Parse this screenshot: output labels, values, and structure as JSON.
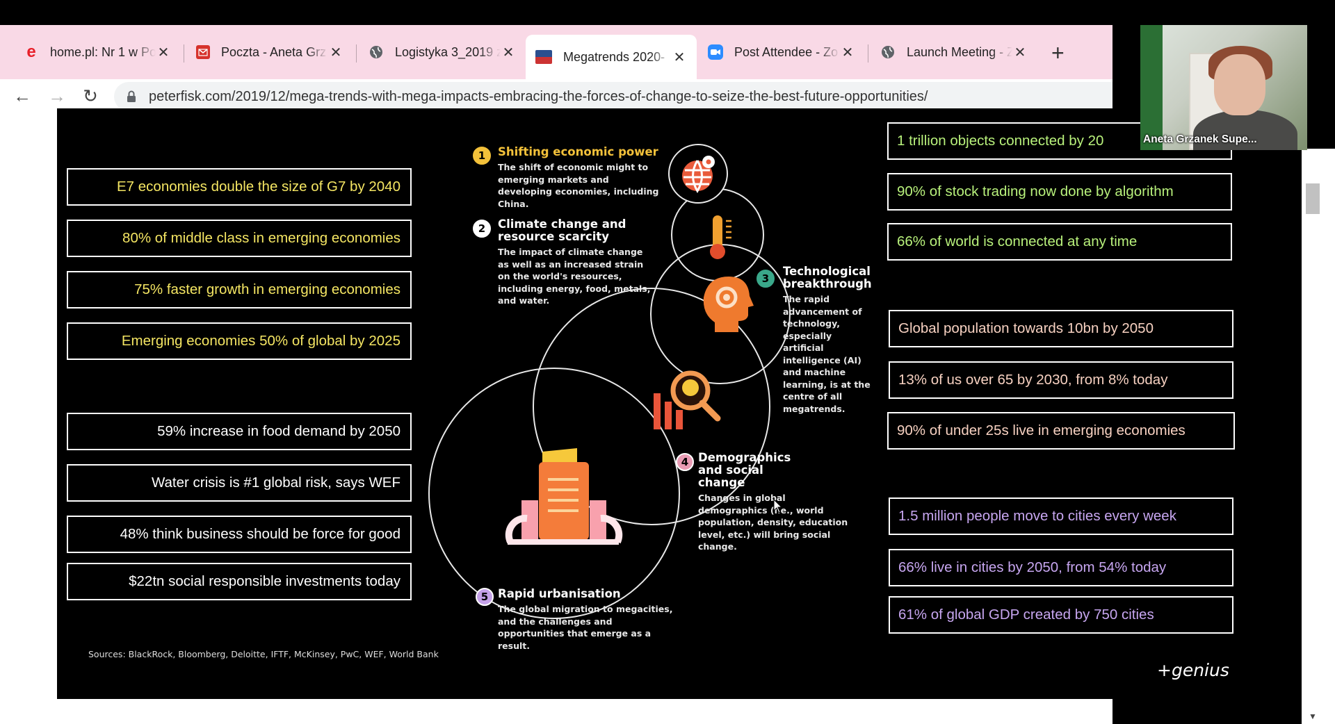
{
  "browser": {
    "tabs": [
      {
        "title": "home.pl: Nr 1 w Po",
        "icon": "home-pl-e-icon",
        "color": "#e8202a"
      },
      {
        "title": "Poczta - Aneta Grz",
        "icon": "poczta-mail-icon",
        "color": "#d6322c"
      },
      {
        "title": "Logistyka 3_2019 z",
        "icon": "globe-icon",
        "color": "#555555"
      },
      {
        "title": "Megatrends 2020-",
        "icon": "site-thumbnail-icon",
        "color": "#2b4f8f",
        "active": true
      },
      {
        "title": "Post Attendee - Zo",
        "icon": "zoom-video-icon",
        "color": "#2d8cff"
      },
      {
        "title": "Launch Meeting - Z",
        "icon": "globe-icon",
        "color": "#555555"
      }
    ],
    "new_tab": "+",
    "url": "peterfisk.com/2019/12/mega-trends-with-mega-impacts-embracing-the-forces-of-change-to-seize-the-best-future-opportunities/"
  },
  "slide": {
    "left_stats": [
      {
        "text": "E7 economies double the size of G7 by 2040",
        "color": "#f5e663"
      },
      {
        "text": "80% of middle class in emerging economies",
        "color": "#f5e663"
      },
      {
        "text": "75% faster growth in emerging economies",
        "color": "#f5e663"
      },
      {
        "text": "Emerging economies 50% of global by 2025",
        "color": "#f5e663"
      },
      {
        "text": "59% increase in food demand by 2050",
        "color": "#ffffff"
      },
      {
        "text": "Water crisis is #1 global risk, says WEF",
        "color": "#ffffff"
      },
      {
        "text": "48% think business should be force for good",
        "color": "#ffffff"
      },
      {
        "text": "$22tn social responsible investments today",
        "color": "#ffffff"
      }
    ],
    "right_stats": [
      {
        "text": "1 trillion objects connected by 20",
        "color": "#b9f27c"
      },
      {
        "text": "90% of stock trading now done by algorithm",
        "color": "#b9f27c"
      },
      {
        "text": "66% of world is connected at any time",
        "color": "#b9f27c"
      },
      {
        "text": "Global population towards 10bn by 2050",
        "color": "#f7d1c1"
      },
      {
        "text": "13% of us over 65 by 2030, from 8% today",
        "color": "#f7d1c1"
      },
      {
        "text": "90% of under 25s live in emerging economies",
        "color": "#f7d1c1"
      },
      {
        "text": "1.5 million people move to cities every week",
        "color": "#c7a6f0"
      },
      {
        "text": "66% live in cities by 2050, from 54% today",
        "color": "#c7a6f0"
      },
      {
        "text": "61% of global GDP created by 750 cities",
        "color": "#c7a6f0"
      }
    ],
    "trends": [
      {
        "num": "1",
        "numColor": "#f3c13a",
        "head_color": "#f3c13a",
        "head": "Shifting economic power",
        "desc": "The shift of economic might to emerging markets and developing economies, including China."
      },
      {
        "num": "2",
        "numColor": "#ffffff",
        "head_color": "#ffffff",
        "head": "Climate change and resource scarcity",
        "desc": "The impact of climate change as well as an increased strain on the world's resources, including energy, food, metals, and water."
      },
      {
        "num": "3",
        "numColor": "#3aa88a",
        "head_color": "#ffffff",
        "head": "Technological breakthrough",
        "desc": "The rapid advancement of technology, especially artificial intelligence (AI) and machine learning, is at the centre of all megatrends."
      },
      {
        "num": "4",
        "numColor": "#e99bb4",
        "head_color": "#ffffff",
        "head": "Demographics and social change",
        "desc": "Changes in global demographics (i.e., world population, density, education level, etc.) will bring social change."
      },
      {
        "num": "5",
        "numColor": "#c4a1e8",
        "head_color": "#ffffff",
        "head": "Rapid urbanisation",
        "desc": "The global migration to megacities, and the challenges and opportunities that emerge as a result."
      }
    ],
    "sources": "Sources: BlackRock, Bloomberg, Deloitte, IFTF, McKinsey, PwC,  WEF, World Bank",
    "brand": "+genius"
  },
  "video": {
    "participant_name": "Aneta Grzanek Supe..."
  }
}
